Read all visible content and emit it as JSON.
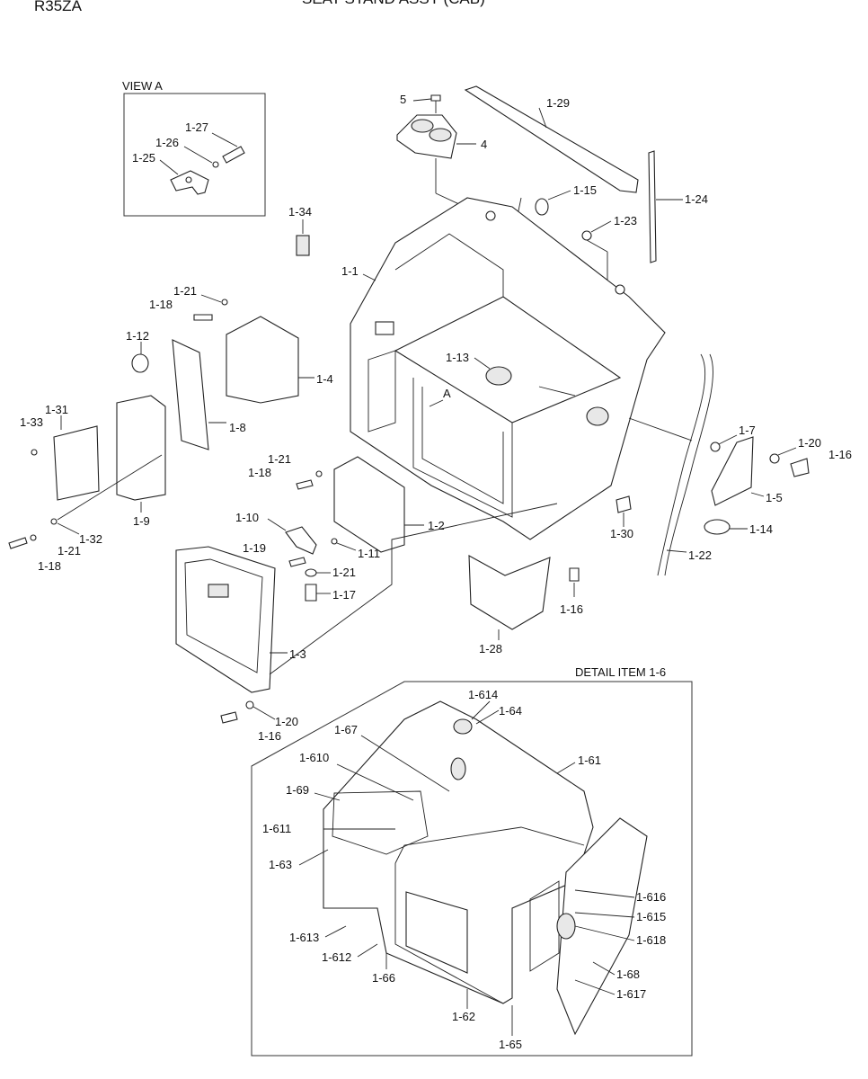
{
  "header": {
    "model": "R35ZA",
    "title_fragment": "SEAT STAND ASSY (CAB)"
  },
  "view_a": {
    "caption": "VIEW A",
    "labels": [
      "1-27",
      "1-26",
      "1-25"
    ]
  },
  "detail": {
    "caption": "DETAIL ITEM 1-6"
  },
  "arrow_label": "A",
  "labels": {
    "p5": "5",
    "p4": "4",
    "p129": "1-29",
    "p124": "1-24",
    "p115": "1-15",
    "p123": "1-23",
    "p134": "1-34",
    "p11": "1-1",
    "p121a": "1-21",
    "p118a": "1-18",
    "p112": "1-12",
    "p14": "1-4",
    "p113": "1-13",
    "p131": "1-31",
    "p133": "1-33",
    "p18": "1-8",
    "p19": "1-9",
    "p132": "1-32",
    "p121b": "1-21",
    "p118b": "1-18",
    "p121c": "1-21",
    "p118c": "1-18",
    "p110": "1-10",
    "p12": "1-2",
    "p119": "1-19",
    "p111": "1-11",
    "p121d": "1-21",
    "p117": "1-17",
    "p13": "1-3",
    "p120a": "1-20",
    "p116a": "1-16",
    "p17": "1-7",
    "p120b": "1-20",
    "p116b": "1-16",
    "p15": "1-5",
    "p114": "1-14",
    "p130": "1-30",
    "p122": "1-22",
    "p116c": "1-16",
    "p128": "1-28",
    "d1614": "1-614",
    "d164": "1-64",
    "d167": "1-67",
    "d1610": "1-610",
    "d161": "1-61",
    "d169": "1-69",
    "d1611": "1-611",
    "d163": "1-63",
    "d1616": "1-616",
    "d1615": "1-615",
    "d1618": "1-618",
    "d1613": "1-613",
    "d1612": "1-612",
    "d166": "1-66",
    "d168": "1-68",
    "d1617": "1-617",
    "d162": "1-62",
    "d165": "1-65"
  }
}
